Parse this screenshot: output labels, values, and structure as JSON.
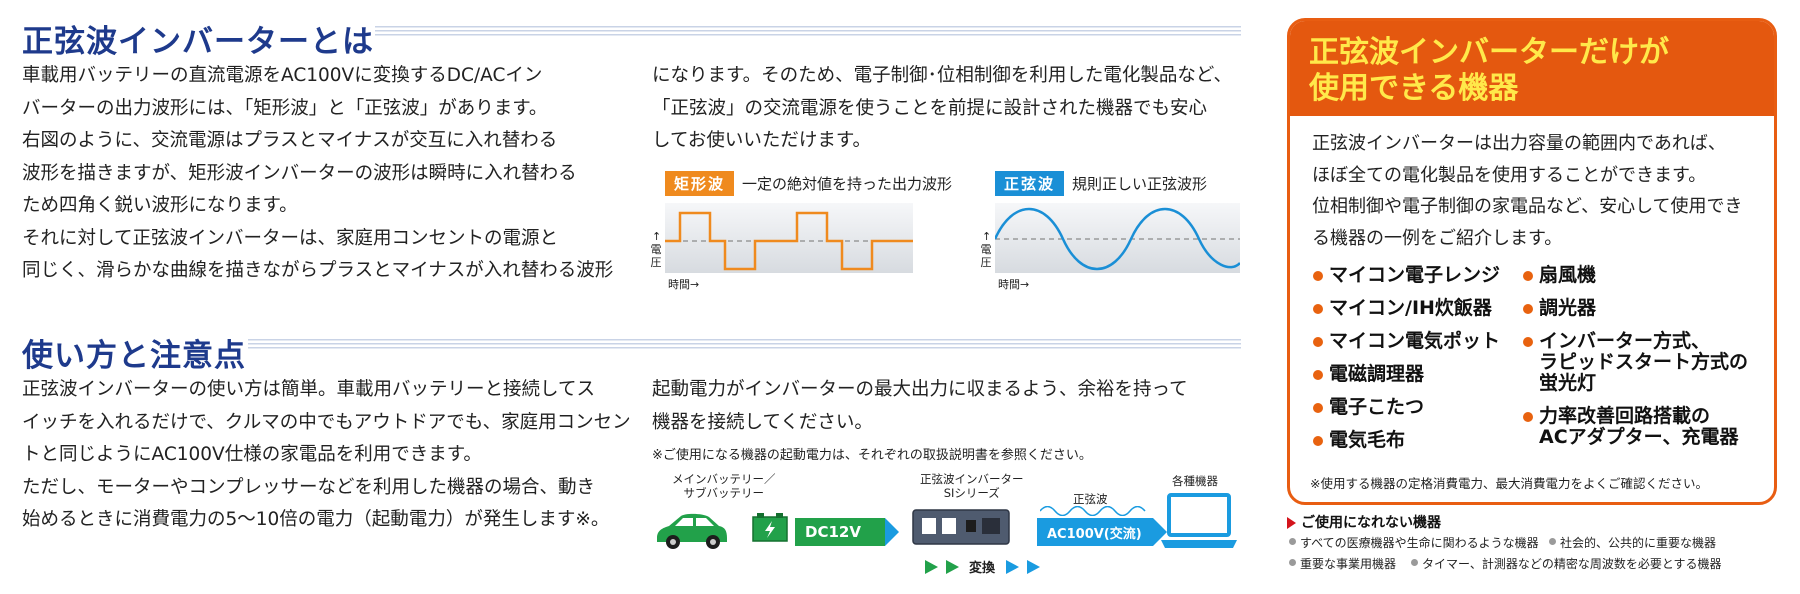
{
  "section1": {
    "title": "正弦波インバーターとは",
    "para_left": [
      "車載用バッテリーの直流電源をAC100Vに変換するDC/ACイン",
      "バーターの出力波形には、「矩形波」と「正弦波」があります。",
      "右図のように、交流電源はプラスとマイナスが交互に入れ替わる",
      "波形を描きますが、矩形波インバーターの波形は瞬時に入れ替わる",
      "ため四角く鋭い波形になります。",
      "それに対して正弦波インバーターは、家庭用コンセントの電源と",
      "同じく、滑らかな曲線を描きながらプラスとマイナスが入れ替わる波形"
    ],
    "para_right": [
      "になります。そのため、電子制御･位相制御を利用した電化製品など、",
      "「正弦波」の交流電源を使うことを前提に設計された機器でも安心",
      "してお使いいただけます。"
    ],
    "square_wave": {
      "badge": "矩形波",
      "desc": "一定の絶対値を持った出力波形",
      "color": "#ef8a1e"
    },
    "sine_wave": {
      "badge": "正弦波",
      "desc": "規則正しい正弦波形",
      "color": "#1a8fd6"
    },
    "axis_voltage": "電圧",
    "axis_time": "時間→",
    "axis_up": "↑"
  },
  "section2": {
    "title": "使い方と注意点",
    "para_left": [
      "正弦波インバーターの使い方は簡単。車載用バッテリーと接続してス",
      "イッチを入れるだけで、クルマの中でもアウトドアでも、家庭用コンセン",
      "トと同じようにAC100V仕様の家電品を利用できます。",
      "ただし、モーターやコンプレッサーなどを利用した機器の場合、動き",
      "始めるときに消費電力の5～10倍の電力（起動電力）が発生します※。"
    ],
    "para_right": [
      "起動電力がインバーターの最大出力に収まるよう、余裕を持って",
      "機器を接続してください。"
    ],
    "note": "※ご使用になる機器の起動電力は、それぞれの取扱説明書を参照ください。",
    "diagram": {
      "battery_label": [
        "メインバッテリー／",
        "サブバッテリー"
      ],
      "inverter_label": [
        "正弦波インバーター",
        "SIシリーズ"
      ],
      "sine_label": "正弦波",
      "devices_label": "各種機器",
      "dc_label": "DC12V",
      "ac_label": "AC100V(交流)",
      "convert_label": "変換"
    }
  },
  "panel": {
    "title": [
      "正弦波インバーターだけが",
      "使用できる機器"
    ],
    "intro": [
      "正弦波インバーターは出力容量の範囲内であれば、",
      "ほぼ全ての電化製品を使用することができます。",
      "位相制御や電子制御の家電品など、安心して使用でき",
      "る機器の一例をご紹介します。"
    ],
    "devices_left": [
      "マイコン電子レンジ",
      "マイコン/IH炊飯器",
      "マイコン電気ポット",
      "電磁調理器",
      "電子こたつ",
      "電気毛布"
    ],
    "devices_right": [
      [
        "扇風機"
      ],
      [
        "調光器"
      ],
      [
        "インバーター方式、",
        "ラピッドスタート方式の",
        "蛍光灯"
      ],
      [
        "力率改善回路搭載の",
        "ACアダプター、充電器"
      ]
    ],
    "footnote": "※使用する機器の定格消費電力、最大消費電力をよくご確認ください。",
    "accent": "#e4580f",
    "title_color": "#ffe94a"
  },
  "unusable": {
    "title": "ご使用になれない機器",
    "items": [
      "すべての医療機器や生命に関わるような機器",
      "社会的、公共的に重要な機器",
      "重要な事業用機器",
      "タイマー、計測器などの精密な周波数を必要とする機器"
    ]
  }
}
